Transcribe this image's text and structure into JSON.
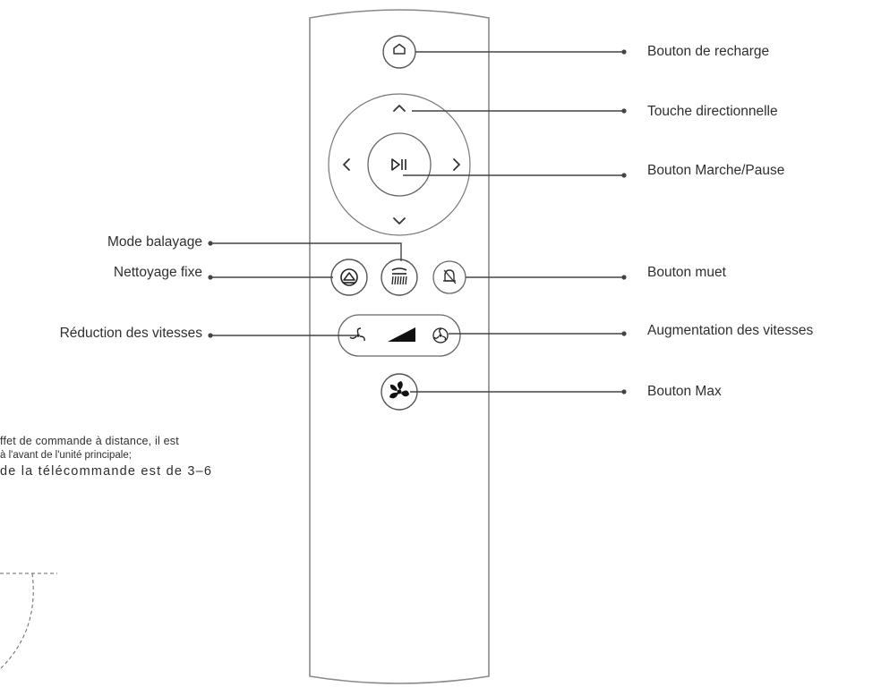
{
  "labels": {
    "recharge": "Bouton de recharge",
    "directional": "Touche directionnelle",
    "play_pause": "Bouton Marche/Pause",
    "sweep_mode": "Mode balayage",
    "spot_clean": "Nettoyage fixe",
    "mute": "Bouton muet",
    "speed_down": "Réduction des vitesses",
    "speed_up": "Augmentation des vitesses",
    "max": "Bouton Max"
  },
  "notes": [
    "ffet de commande à distance, il est",
    "à l'avant de l'unité principale;",
    "de la télécommande est de 3–6"
  ],
  "icons": {
    "home": "home-icon",
    "up": "chevron-up-icon",
    "down": "chevron-down-icon",
    "left": "chevron-left-icon",
    "right": "chevron-right-icon",
    "play_pause": "play-pause-icon",
    "spot": "spot-clean-icon",
    "sweep": "sweep-brush-icon",
    "mute": "mute-bell-icon",
    "fan_low": "fan-small-icon",
    "speed_bar": "speed-level-icon",
    "fan_high": "fan-medium-icon",
    "fan_max": "fan-max-icon"
  }
}
